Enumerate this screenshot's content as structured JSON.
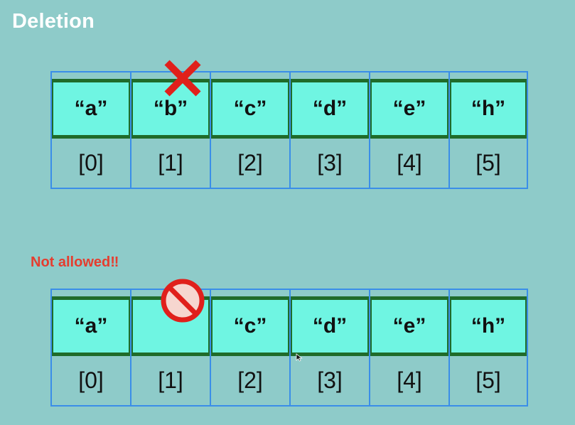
{
  "title": "Deletion",
  "top_array": {
    "values": [
      "“a”",
      "“b”",
      "“c”",
      "“d”",
      "“e”",
      "“h”"
    ],
    "indices": [
      "[0]",
      "[1]",
      "[2]",
      "[3]",
      "[4]",
      "[5]"
    ]
  },
  "bottom_array": {
    "values": [
      "“a”",
      "",
      "“c”",
      "“d”",
      "“e”",
      "“h”"
    ],
    "indices": [
      "[0]",
      "[1]",
      "[2]",
      "[3]",
      "[4]",
      "[5]"
    ]
  },
  "warning": "Not allowed‼",
  "colors": {
    "background": "#8ecbc9",
    "cell_fill": "#6ff5e2",
    "cell_border": "#1f6b2a",
    "grid_border": "#3a8ee8",
    "x_mark": "#e0201b",
    "warning_text": "#e53d2f"
  }
}
